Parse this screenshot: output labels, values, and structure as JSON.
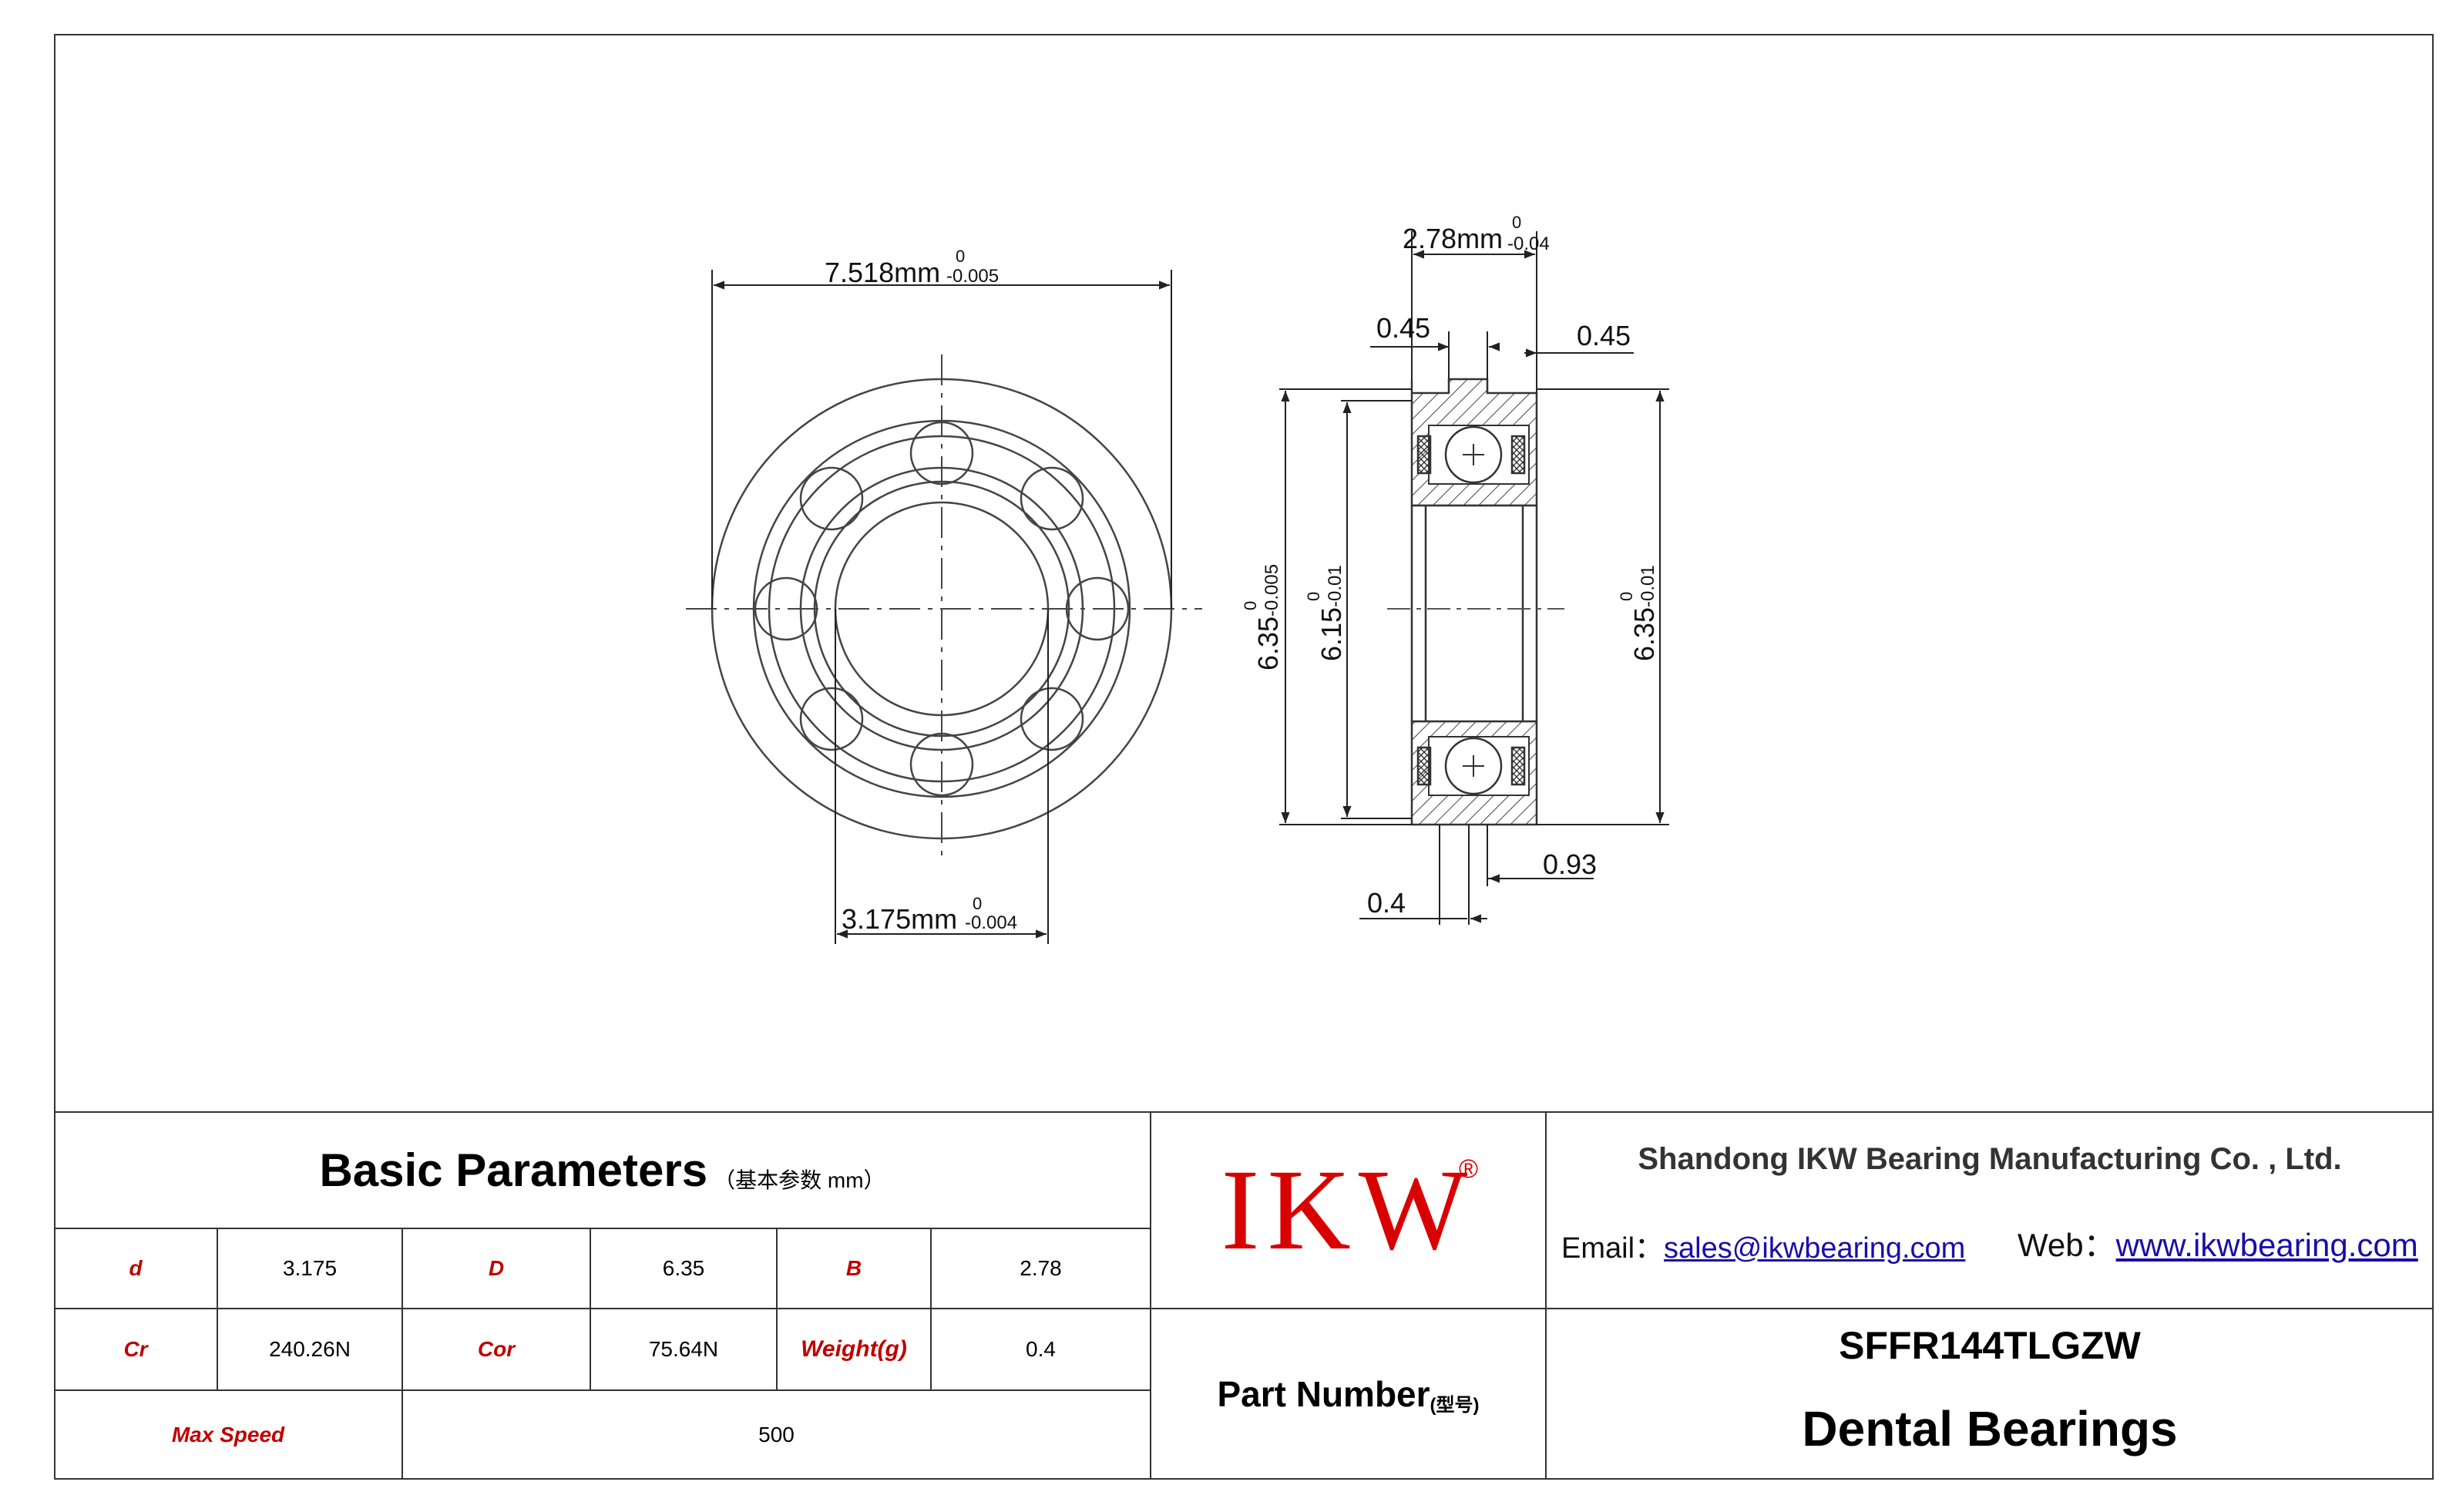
{
  "drawing": {
    "front_outer_dim": "7.518mm",
    "front_outer_tol_upper": "0",
    "front_outer_tol_lower": "-0.005",
    "front_bore_dim": "3.175mm",
    "front_bore_tol_upper": "0",
    "front_bore_tol_lower": "-0.004",
    "width_dim": "2.78mm",
    "width_tol_upper": "0",
    "width_tol_lower": "-0.04",
    "flange_left": "0.45",
    "flange_right": "0.45",
    "dia_outer_left": "6.35",
    "dia_outer_left_tol_upper": "0",
    "dia_outer_left_tol_lower": "-0.005",
    "dia_mid_left": "6.15",
    "dia_mid_left_tol_upper": "0",
    "dia_mid_left_tol_lower": "-0.01",
    "dia_outer_right": "6.35",
    "dia_outer_right_tol_upper": "0",
    "dia_outer_right_tol_lower": "-0.01",
    "bottom_right_dim": "0.93",
    "bottom_left_dim": "0.4"
  },
  "parameters": {
    "title": "Basic Parameters",
    "title_note": "（基本参数 mm）",
    "d_label": "d",
    "d_value": "3.175",
    "D_label": "D",
    "D_value": "6.35",
    "B_label": "B",
    "B_value": "2.78",
    "cr_label": "Cr",
    "cr_value": "240.26N",
    "cor_label": "Cor",
    "cor_value": "75.64N",
    "weight_label": "Weight(g)",
    "weight_value": "0.4",
    "speed_label": "Max Speed",
    "speed_value": "500"
  },
  "brand": {
    "logo": "IKW",
    "registered": "®",
    "part_number_label": "Part Number",
    "part_number_note": "(型号)"
  },
  "company": {
    "name": "Shandong IKW Bearing Manufacturing Co. , Ltd.",
    "email_label": "Email：",
    "email": "sales@ikwbearing.com",
    "web_label": "Web：",
    "web": "www.ikwbearing.com",
    "part_number": "SFFR144TLGZW",
    "product": "Dental Bearings"
  },
  "colors": {
    "accent_red": "#c00000",
    "logo_red": "#d90000",
    "link_blue": "#1a0dab"
  }
}
